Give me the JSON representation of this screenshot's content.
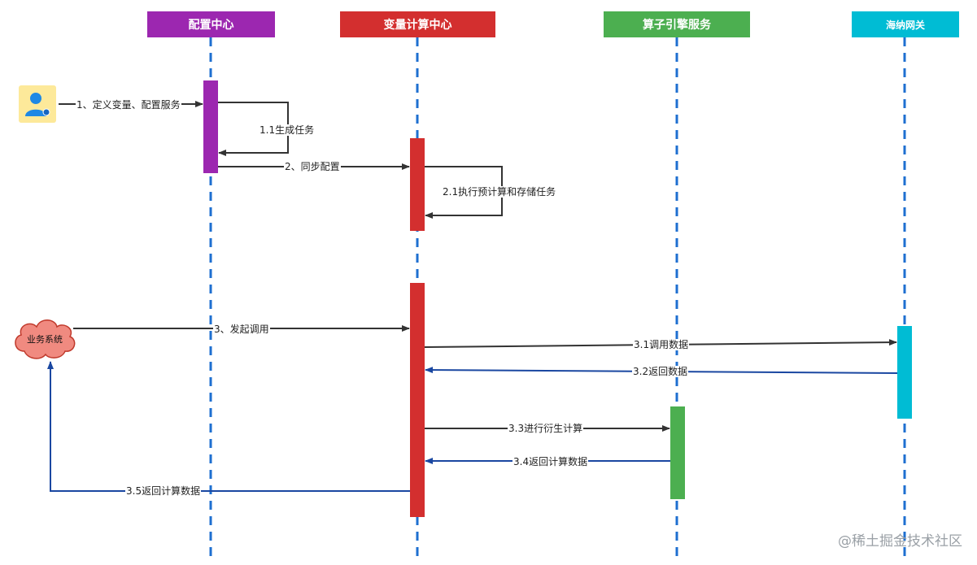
{
  "participants": [
    {
      "id": "config",
      "label": "配置中心",
      "color": "#9c27b0"
    },
    {
      "id": "varcalc",
      "label": "变量计算中心",
      "color": "#d32f2f"
    },
    {
      "id": "operator",
      "label": "算子引擎服务",
      "color": "#4caf50"
    },
    {
      "id": "gateway",
      "label": "海纳网关",
      "color": "#00bcd4"
    }
  ],
  "actors": {
    "user": {
      "icon": "user-icon"
    },
    "business": {
      "label": "业务系统",
      "icon": "cloud-icon"
    }
  },
  "messages": {
    "m1": "1、定义变量、配置服务",
    "m1_1": "1.1生成任务",
    "m2": "2、同步配置",
    "m2_1": "2.1执行预计算和存储任务",
    "m3": "3、发起调用",
    "m3_1": "3.1调用数据",
    "m3_2": "3.2返回数据",
    "m3_3": "3.3进行衍生计算",
    "m3_4": "3.4返回计算数据",
    "m3_5": "3.5返回计算数据"
  },
  "colors": {
    "lifeline": "#1e6fd0",
    "call_arrow": "#333333",
    "return_arrow": "#1a47a1",
    "cloud_fill": "#f08a80",
    "cloud_stroke": "#c0392b"
  },
  "watermark": "@稀土掘金技术社区"
}
